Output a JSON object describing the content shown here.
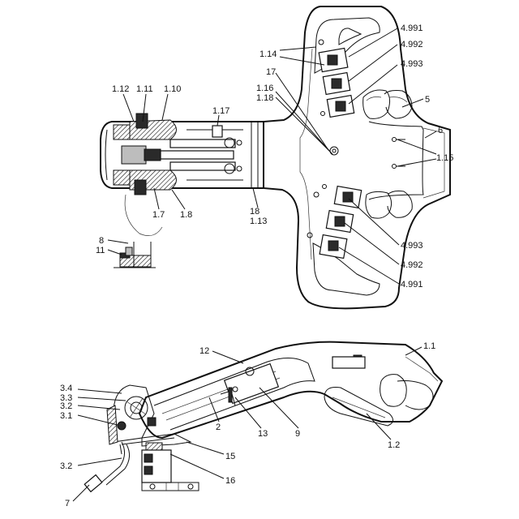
{
  "top_view": {
    "labels": {
      "l_1_14": "1.14",
      "l_4_991_a": "4.991",
      "l_4_992_a": "4.992",
      "l_4_993_a": "4.993",
      "l_17": "17",
      "l_1_16": "1.16",
      "l_1_18": "1.18",
      "l_5": "5",
      "l_6": "6",
      "l_1_15": "1.15",
      "l_1_12": "1.12",
      "l_1_11": "1.11",
      "l_1_10": "1.10",
      "l_1_17": "1.17",
      "l_1_7": "1.7",
      "l_1_8": "1.8",
      "l_18": "18",
      "l_1_13": "1.13",
      "l_8": "8",
      "l_11": "11",
      "l_4_993_b": "4.993",
      "l_4_992_b": "4.992",
      "l_4_991_b": "4.991"
    }
  },
  "side_view": {
    "labels": {
      "l_12": "12",
      "l_1_1": "1.1",
      "l_3_4": "3.4",
      "l_3_3": "3.3",
      "l_3_2_a": "3.2",
      "l_3_1": "3.1",
      "l_2": "2",
      "l_13": "13",
      "l_9": "9",
      "l_1_2": "1.2",
      "l_15": "15",
      "l_3_2_b": "3.2",
      "l_16": "16",
      "l_7": "7"
    }
  }
}
